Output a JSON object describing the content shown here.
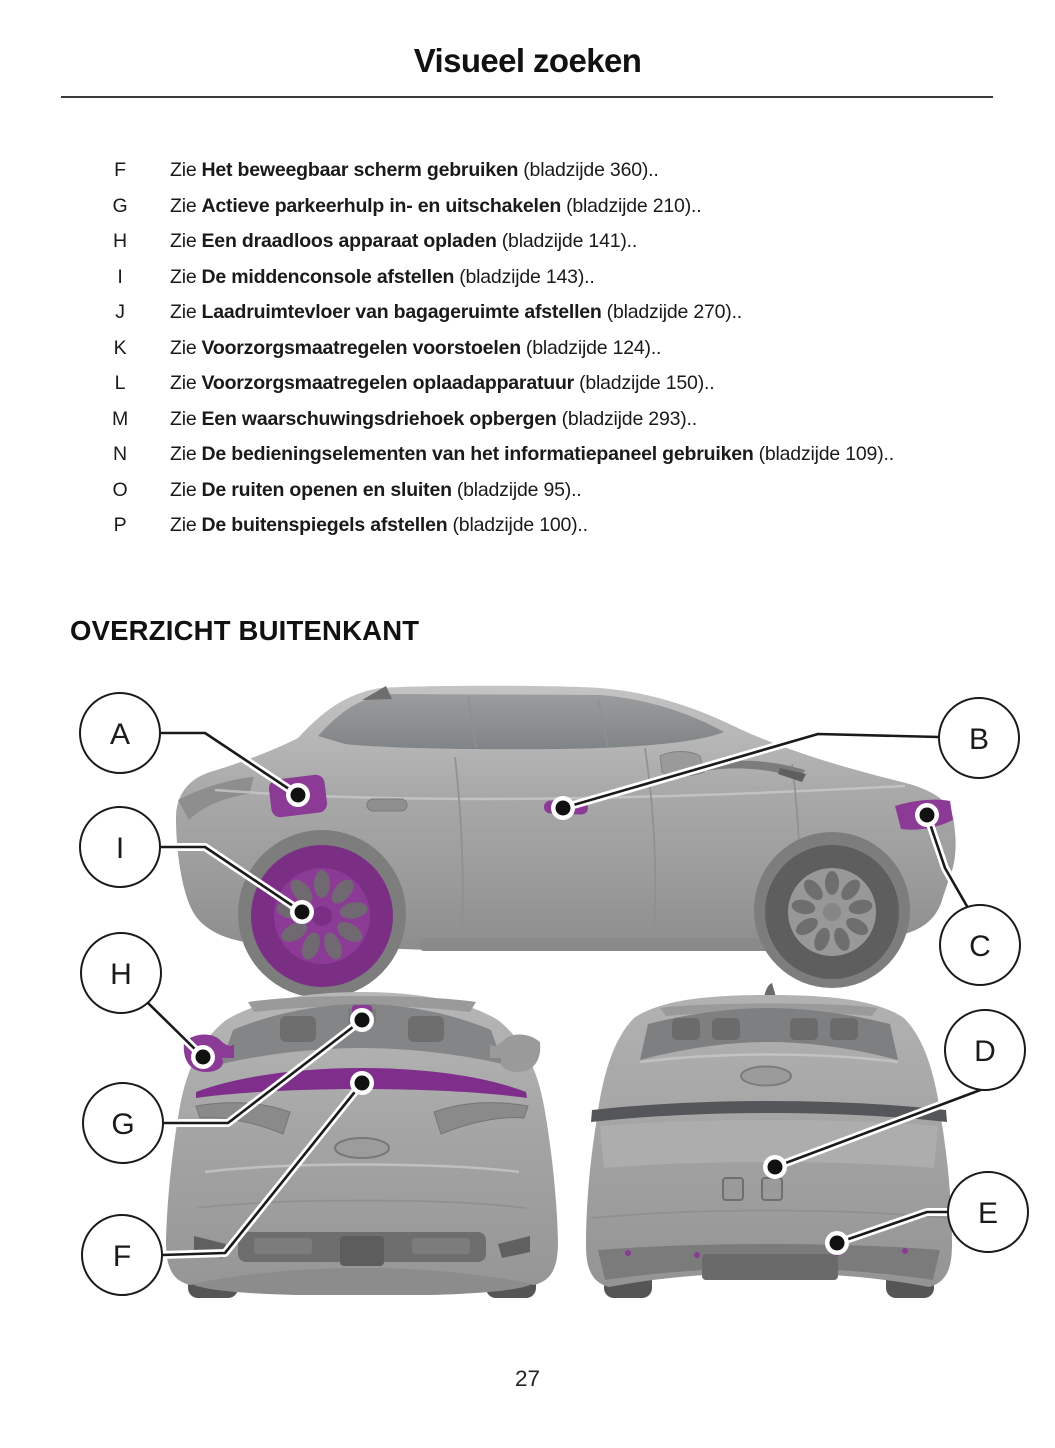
{
  "page": {
    "title": "Visueel zoeken",
    "section_heading": "OVERZICHT BUITENKANT",
    "page_number": "27"
  },
  "reference_list": {
    "items": [
      {
        "letter": "F",
        "see": "Zie",
        "title": "Het beweegbaar scherm gebruiken",
        "page_ref": "(bladzijde 360).."
      },
      {
        "letter": "G",
        "see": "Zie",
        "title": "Actieve parkeerhulp in- en uitschakelen",
        "page_ref": "(bladzijde 210).."
      },
      {
        "letter": "H",
        "see": "Zie",
        "title": "Een draadloos apparaat opladen",
        "page_ref": "(bladzijde 141).."
      },
      {
        "letter": "I",
        "see": "Zie",
        "title": "De middenconsole afstellen",
        "page_ref": "(bladzijde 143).."
      },
      {
        "letter": "J",
        "see": "Zie",
        "title": "Laadruimtevloer van bagageruimte afstellen",
        "page_ref": "(bladzijde 270).."
      },
      {
        "letter": "K",
        "see": "Zie",
        "title": "Voorzorgsmaatregelen voorstoelen",
        "page_ref": "(bladzijde 124).."
      },
      {
        "letter": "L",
        "see": "Zie",
        "title": "Voorzorgsmaatregelen oplaadapparatuur",
        "page_ref": "(bladzijde 150).."
      },
      {
        "letter": "M",
        "see": "Zie",
        "title": "Een waarschuwingsdriehoek opbergen",
        "page_ref": "(bladzijde 293).."
      },
      {
        "letter": "N",
        "see": "Zie",
        "title": "De bedieningselementen van het informatiepaneel gebruiken",
        "page_ref": "(bladzijde 109).."
      },
      {
        "letter": "O",
        "see": "Zie",
        "title": "De ruiten openen en sluiten",
        "page_ref": "(bladzijde 95).."
      },
      {
        "letter": "P",
        "see": "Zie",
        "title": "De buitenspiegels afstellen",
        "page_ref": "(bladzijde 100).."
      }
    ]
  },
  "diagram": {
    "callouts": [
      {
        "letter": "A"
      },
      {
        "letter": "B"
      },
      {
        "letter": "C"
      },
      {
        "letter": "D"
      },
      {
        "letter": "E"
      },
      {
        "letter": "F"
      },
      {
        "letter": "G"
      },
      {
        "letter": "H"
      },
      {
        "letter": "I"
      }
    ],
    "colors": {
      "highlight": "#8b3a96",
      "highlight_dark": "#7a2f85",
      "car_body": "#a8a8a8",
      "line": "#1a1a1a"
    }
  }
}
